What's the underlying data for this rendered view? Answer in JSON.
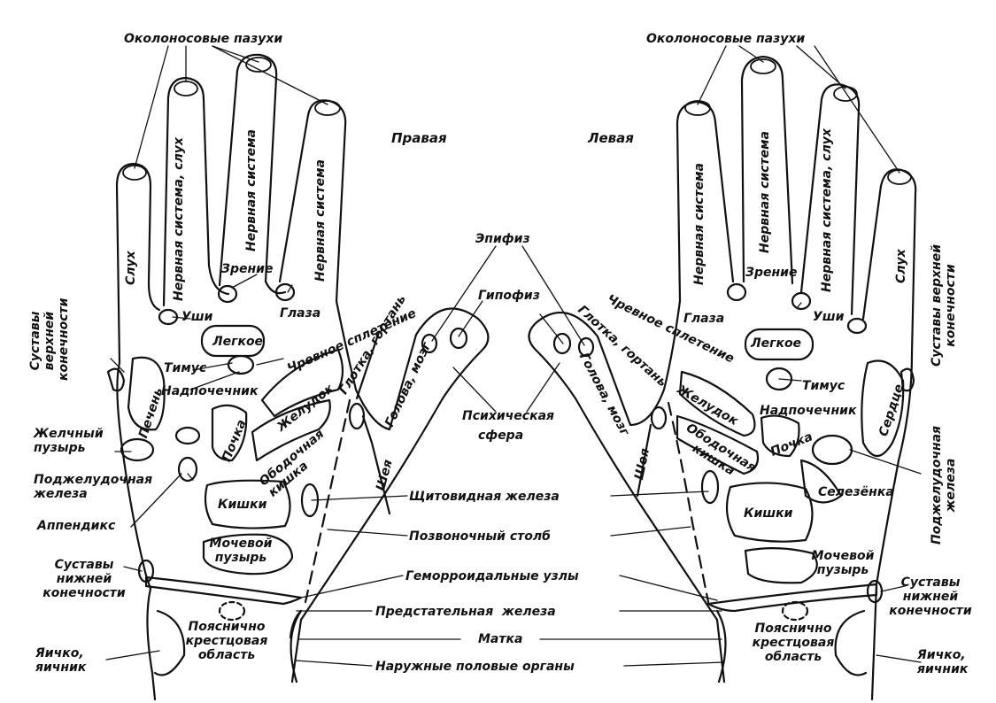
{
  "sides": {
    "right_hand": "Правая",
    "left_hand": "Левая"
  },
  "center_labels": {
    "epiphysis": "Эпифиз",
    "hypophysis": "Гипофиз",
    "psychic_sphere": [
      "Психическая",
      "сфера"
    ],
    "thyroid": "Щитовидная железа",
    "spine": "Позвоночный столб",
    "hemorrhoids": "Геморроидальные узлы",
    "prostate": "Предстательная  железа",
    "uterus": "Матка",
    "genitals": "Наружные половые органы"
  },
  "right_hand": {
    "sinuses": "Околоносовые пазухи",
    "hearing": "Слух",
    "nerve_hearing": "Нервная система, слух",
    "nerve_1": "Нервная система",
    "nerve_2": "Нервная система",
    "vision": "Зрение",
    "ears": "Уши",
    "eyes": "Глаза",
    "lung": "Легкое",
    "solar_plexus": "Чревное сплетение",
    "throat": "Глотка, гортань",
    "thymus": "Тимус",
    "adrenal": "Надпочечник",
    "stomach": "Желудок",
    "head_brain": "Голова, мозг",
    "liver": "Печень",
    "kidney": "Почка",
    "colon": "Ободочная кишка",
    "neck": "Шея",
    "intestines": "Кишки",
    "bladder": "Мочевой пузырь",
    "upper_joints": "Суставы верхней конечности",
    "gallbladder": "Желчный пузырь",
    "pancreas": "Поджелудочная железа",
    "appendix": "Аппендикс",
    "lower_joints": "Суставы нижней конечности",
    "lumbosacral": "Пояснично крестцовая область",
    "gonads": "Яичко, яичник"
  },
  "left_hand": {
    "sinuses": "Околоносовые пазухи",
    "nerve_1": "Нервная система",
    "nerve_2": "Нервная система",
    "nerve_hearing": "Нервная система, слух",
    "hearing": "Слух",
    "vision": "Зрение",
    "eyes": "Глаза",
    "ears": "Уши",
    "solar_plexus": "Чревное сплетение",
    "throat": "Глотка, гортань",
    "lung": "Легкое",
    "thymus": "Тимус",
    "stomach": "Желудок",
    "head_brain": "Голова, мозг",
    "adrenal": "Надпочечник",
    "heart": "Сердце",
    "upper_joints": "Суставы верхней конечности",
    "kidney": "Почка",
    "colon": "Ободочная кишка",
    "neck": "Шея",
    "spleen": "Селезёнка",
    "pancreas": "Поджелудочная железа",
    "intestines": "Кишки",
    "bladder": "Мочевой пузырь",
    "lower_joints": "Суставы нижней конечности",
    "lumbosacral": "Пояснично крестцовая область",
    "gonads": "Яичко, яичник"
  }
}
